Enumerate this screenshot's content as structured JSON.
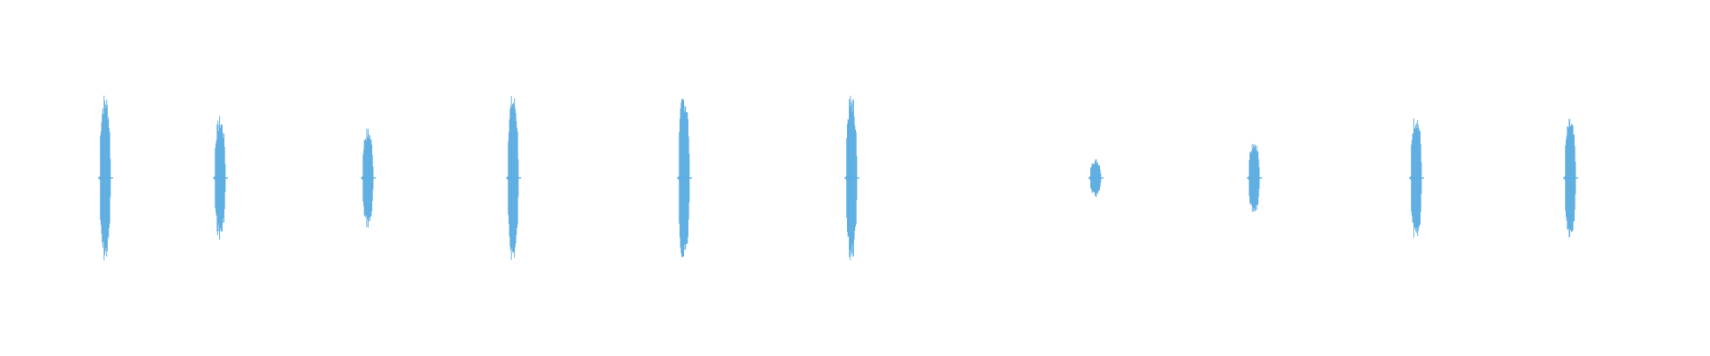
{
  "waveform": {
    "color": "#5dade2",
    "bursts": [
      {
        "peak": 0.88
      },
      {
        "peak": 0.64
      },
      {
        "peak": 0.52
      },
      {
        "peak": 0.88
      },
      {
        "peak": 0.9
      },
      {
        "peak": 0.88
      },
      {
        "peak": 0.2
      },
      {
        "peak": 0.4
      },
      {
        "peak": 0.68
      },
      {
        "peak": 0.62
      }
    ]
  }
}
